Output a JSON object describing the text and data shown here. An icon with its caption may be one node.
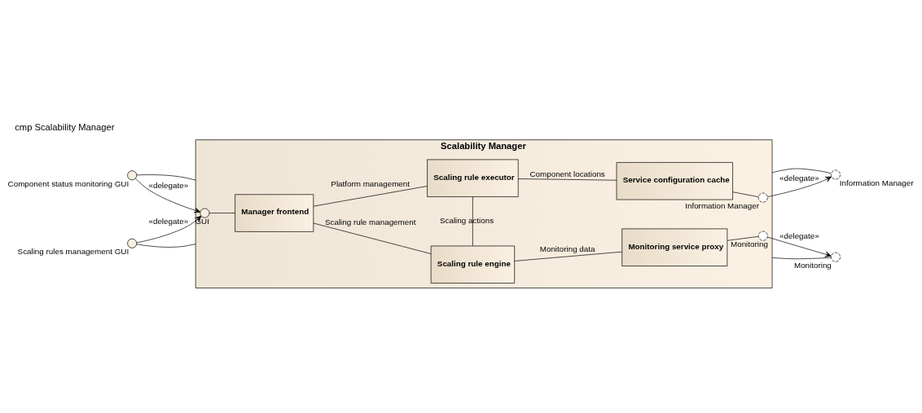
{
  "diagram": {
    "title": "cmp Scalability Manager",
    "nodes": [
      {
        "text": [
          "Scalability Manager"
        ]
      },
      {
        "text": [
          "Component status monitoring GUI"
        ]
      },
      {
        "text": [
          "Scaling rules management GUI"
        ]
      },
      {
        "text": [
          "GUI"
        ],
        "in": 0
      },
      {
        "text": [
          "Manager frontend"
        ],
        "in": 0
      },
      {
        "text": [
          "Scaling rule executor"
        ],
        "in": 0
      },
      {
        "text": [
          "Scaling rule engine"
        ],
        "in": 0
      },
      {
        "text": [
          "Service configuration cache"
        ],
        "in": 0
      },
      {
        "text": [
          "Monitoring service proxy"
        ],
        "in": 0
      },
      {
        "text": [
          "Information Manager"
        ],
        "in": 0
      },
      {
        "text": [
          "Monitoring"
        ],
        "in": 0
      },
      {
        "text": [
          "Information Manager"
        ]
      },
      {
        "text": [
          "Monitoring"
        ]
      }
    ],
    "edges": [
      {
        "from": 1,
        "to": 0,
        "arrow": "none"
      },
      {
        "from": 2,
        "to": 0,
        "arrow": "none"
      },
      {
        "from": 1,
        "to": 3,
        "arrow": "to",
        "label": "«delegate»"
      },
      {
        "from": 2,
        "to": 3,
        "arrow": "to",
        "label": "«delegate»"
      },
      {
        "from": 3,
        "to": 4,
        "arrow": "none"
      },
      {
        "from": 4,
        "to": 5,
        "arrow": "none",
        "label": "Platform management"
      },
      {
        "from": 4,
        "to": 6,
        "arrow": "none",
        "label": "Scaling rule management"
      },
      {
        "from": 5,
        "to": 6,
        "arrow": "none",
        "label": "Scaling actions"
      },
      {
        "from": 5,
        "to": 7,
        "arrow": "none",
        "label": "Component locations"
      },
      {
        "from": 6,
        "to": 8,
        "arrow": "none",
        "label": "Monitoring data"
      },
      {
        "from": 7,
        "to": 9,
        "arrow": "none"
      },
      {
        "from": 8,
        "to": 10,
        "arrow": "none"
      },
      {
        "from": 9,
        "to": 11,
        "arrow": "to",
        "label": "«delegate»"
      },
      {
        "from": 10,
        "to": 12,
        "arrow": "to",
        "label": "«delegate»"
      },
      {
        "from": 0,
        "to": 11,
        "arrow": "none"
      },
      {
        "from": 0,
        "to": 12,
        "arrow": "none"
      }
    ]
  }
}
